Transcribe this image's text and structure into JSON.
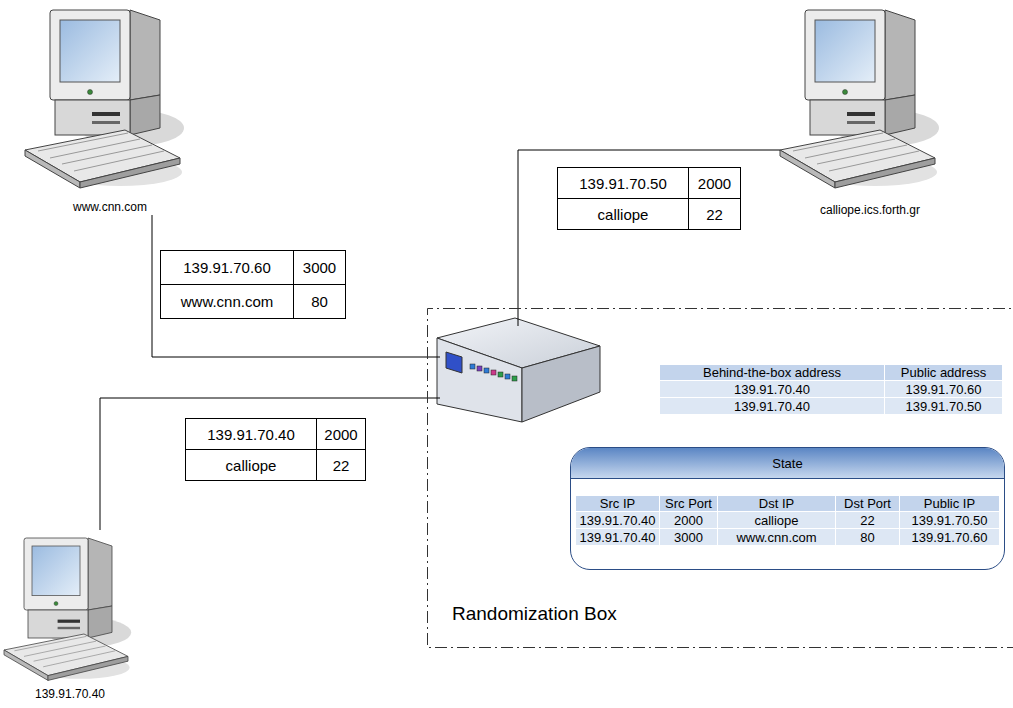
{
  "diagram": {
    "nodes": [
      {
        "text": [
          "www.cnn.com"
        ]
      },
      {
        "text": [
          "calliope.ics.forth.gr"
        ]
      },
      {
        "text": [
          "139.91.70.40"
        ]
      },
      {
        "text": [
          "Randomization Box"
        ]
      },
      {
        "text": [
          "State"
        ],
        "in": 3
      }
    ],
    "edges": [
      {
        "from": 0,
        "to": 3,
        "arrow": "none"
      },
      {
        "from": 1,
        "to": 3,
        "arrow": "none"
      },
      {
        "from": 2,
        "to": 3,
        "arrow": "none"
      }
    ],
    "labels": [
      "139.91.70.60",
      "3000",
      "www.cnn.com",
      "80",
      "139.91.70.50",
      "2000",
      "calliope",
      "22",
      "139.91.70.40",
      "2000",
      "calliope",
      "22",
      "Behind-the-box address",
      "Public address",
      "139.91.70.40",
      "139.91.70.60",
      "139.91.70.40",
      "139.91.70.50",
      "Src IP",
      "Src Port",
      "Dst IP",
      "Dst Port",
      "Public IP",
      "139.91.70.40",
      "2000",
      "calliope",
      "22",
      "139.91.70.50",
      "139.91.70.40",
      "3000",
      "www.cnn.com",
      "80",
      "139.91.70.60"
    ]
  }
}
